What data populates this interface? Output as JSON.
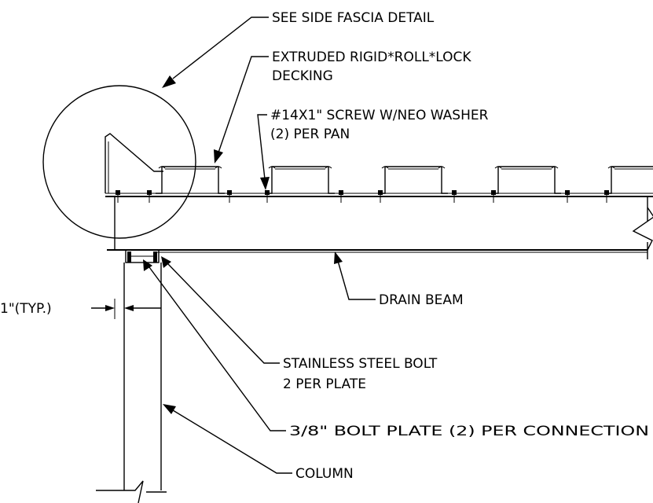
{
  "labels": {
    "fascia": "SEE SIDE FASCIA DETAIL",
    "decking_line1": "EXTRUDED RIGID*ROLL*LOCK",
    "decking_line2": "DECKING",
    "screw_line1": "#14X1\" SCREW W/NEO WASHER",
    "screw_line2": "(2) PER PAN",
    "drain_beam": "DRAIN BEAM",
    "typ": "1\"(TYP.)",
    "bolt_line1": "STAINLESS STEEL BOLT",
    "bolt_line2": "2 PER PLATE",
    "bolt_plate": "3/8\" BOLT PLATE (2) PER CONNECTION",
    "column": "COLUMN"
  }
}
